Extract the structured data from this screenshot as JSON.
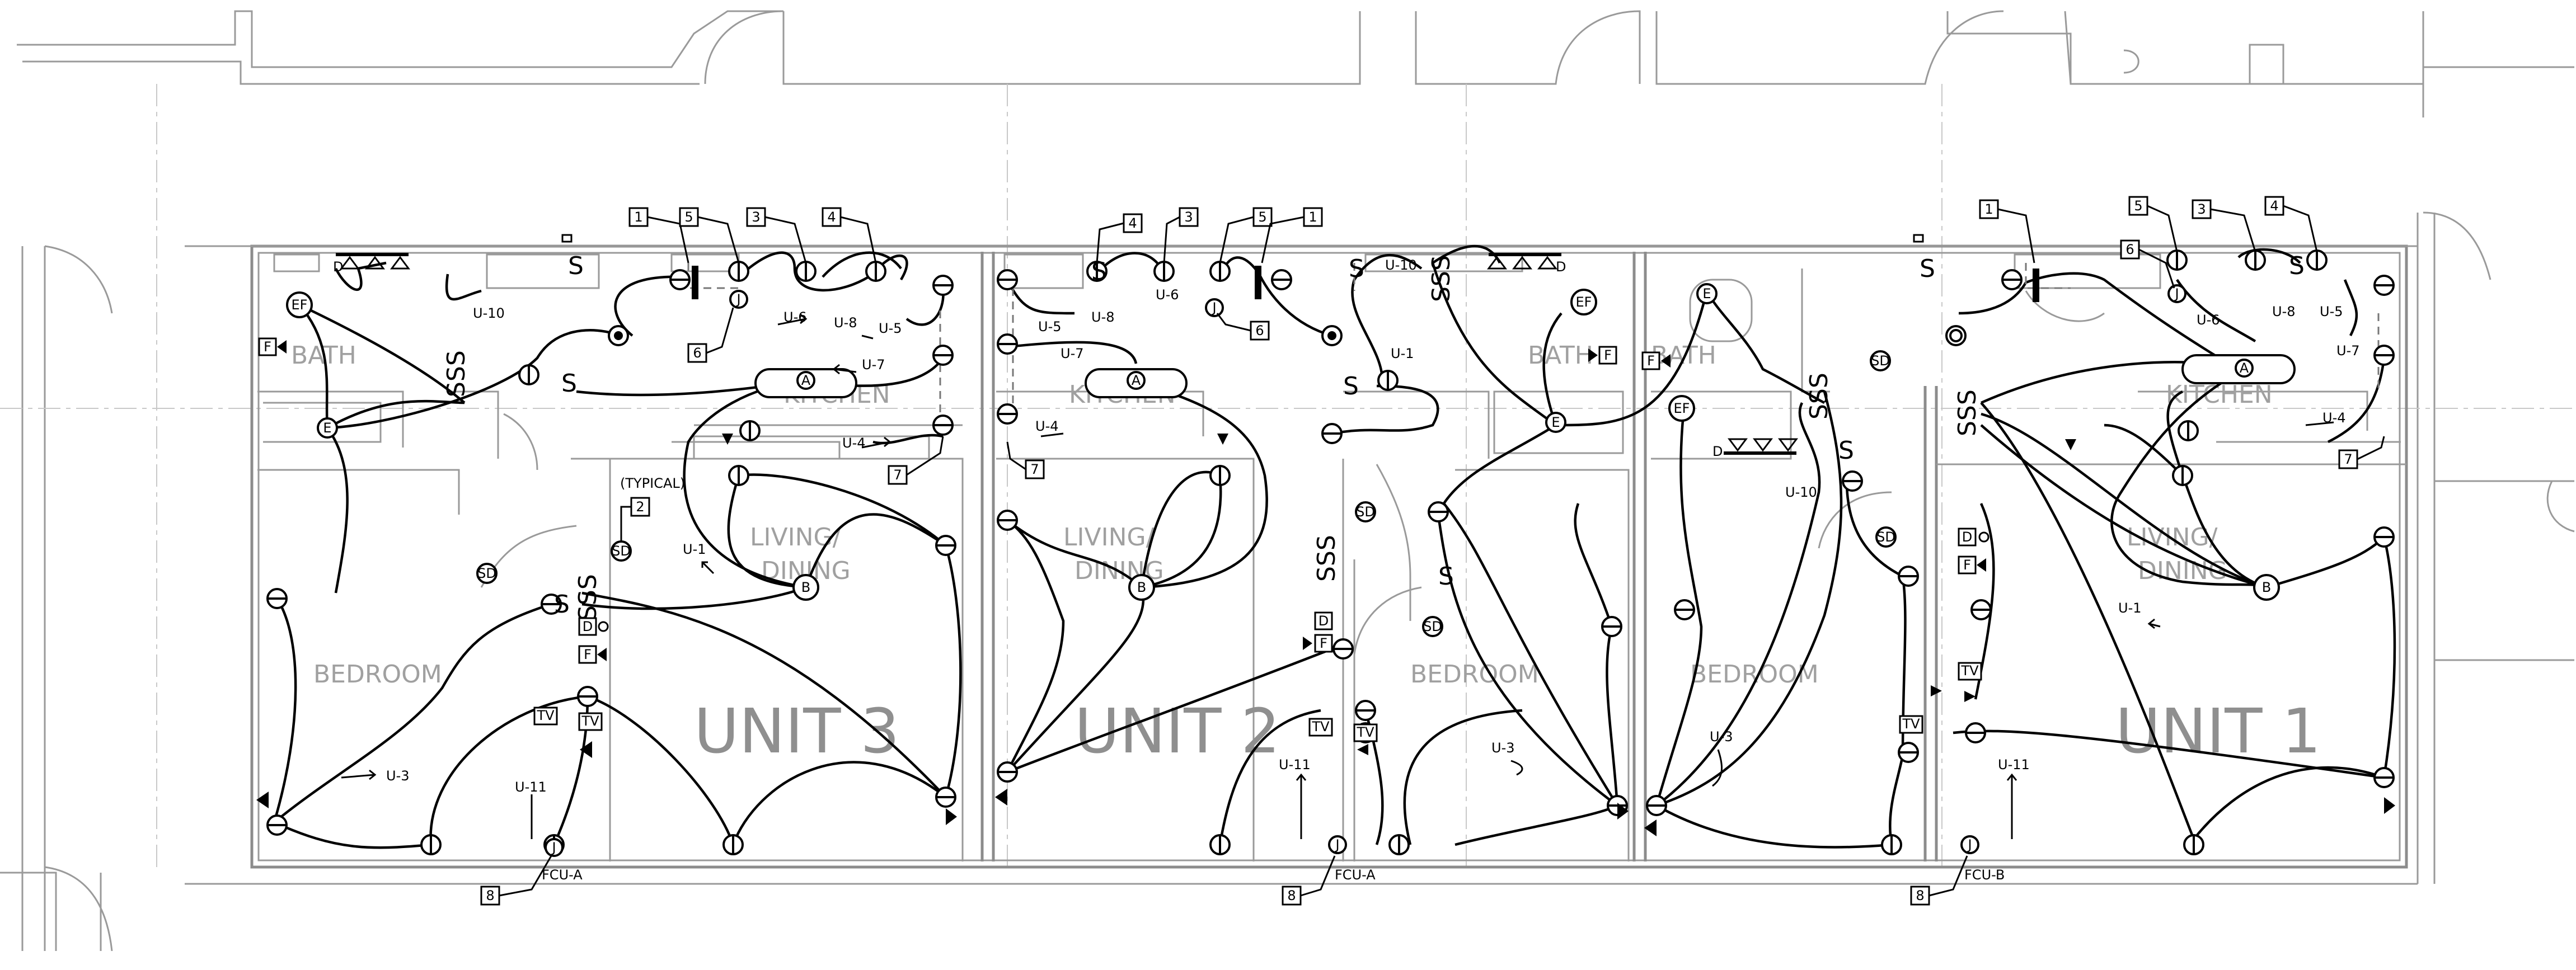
{
  "drawing": {
    "units": [
      {
        "id": "unit3",
        "label": "UNIT 3"
      },
      {
        "id": "unit2",
        "label": "UNIT 2"
      },
      {
        "id": "unit1",
        "label": "UNIT 1"
      }
    ],
    "rooms": {
      "bath": "BATH",
      "kitchen": "KITCHEN",
      "living": "LIVING/",
      "dining": "DINING",
      "bedroom": "BEDROOM"
    },
    "typical_note": "(TYPICAL)",
    "fcu_labels": {
      "a": "FCU-A",
      "b": "FCU-B"
    },
    "circuits": {
      "u1": "U-1",
      "u3": "U-3",
      "u4": "U-4",
      "u5": "U-5",
      "u6": "U-6",
      "u7": "U-7",
      "u8": "U-8",
      "u10": "U-10",
      "u11": "U-11"
    },
    "tags": {
      "t1": "1",
      "t2": "2",
      "t3": "3",
      "t4": "4",
      "t5": "5",
      "t6": "6",
      "t7": "7",
      "t8": "8"
    },
    "symbols": {
      "switch": "S",
      "triple_switch": "SSS",
      "smoke_detector": "SD",
      "exhaust_fan": "EF",
      "dryer": "D",
      "fire": "F",
      "tv": "TV",
      "junction": "J",
      "emergency": "E",
      "fixture_a": "A",
      "fixture_b": "B"
    }
  }
}
